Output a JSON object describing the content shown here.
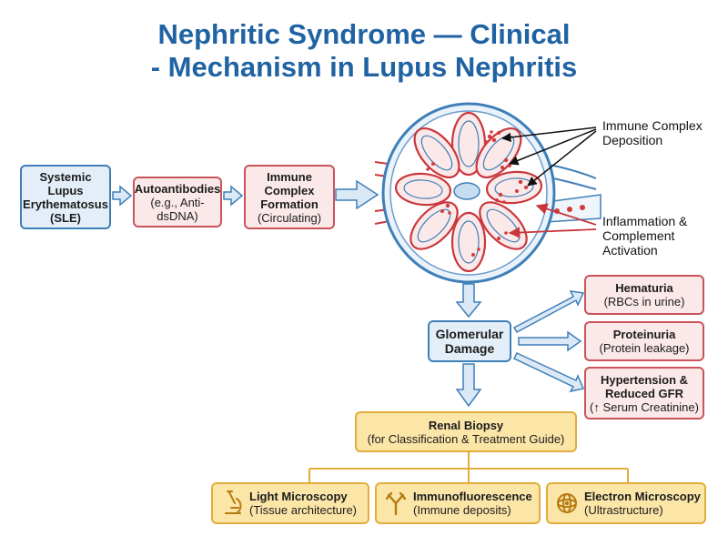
{
  "title": {
    "line1": "Nephritic Syndrome — Clinical",
    "line2": "- Mechanism in Lupus Nephritis"
  },
  "pathway": {
    "sle": [
      "Systemic",
      "Lupus",
      "Erythematosus",
      "(SLE)"
    ],
    "autoantibodies": {
      "title": "Autoantibodies",
      "sub": [
        "(e.g., Anti-",
        "dsDNA)"
      ]
    },
    "immune_complex": {
      "title": [
        "Immune",
        "Complex",
        "Formation"
      ],
      "sub": "(Circulating)"
    }
  },
  "glomerulus_labels": {
    "deposition": [
      "Immune Complex",
      "Deposition"
    ],
    "inflammation": [
      "Inflammation &",
      "Complement",
      "Activation"
    ]
  },
  "damage": {
    "title": [
      "Glomerular",
      "Damage"
    ]
  },
  "outcomes": [
    {
      "title": "Hematuria",
      "sub": "(RBCs in urine)"
    },
    {
      "title": "Proteinuria",
      "sub": "(Protein leakage)"
    },
    {
      "title": [
        "Hypertension &",
        "Reduced GFR"
      ],
      "sub": "(↑ Serum Creatinine)"
    }
  ],
  "biopsy": {
    "title": "Renal Biopsy",
    "sub": "(for Classification & Treatment Guide)"
  },
  "methods": [
    {
      "title": "Light Microscopy",
      "sub": "(Tissue architecture)",
      "icon": "microscope-icon"
    },
    {
      "title": "Immunofluorescence",
      "sub": "(Immune deposits)",
      "icon": "antibody-icon"
    },
    {
      "title": "Electron Microscopy",
      "sub": "(Ultrastructure)",
      "icon": "electron-beam-icon"
    }
  ],
  "colors": {
    "title": "#1f63a3",
    "blue_border": "#3f7fb8",
    "blue_fill": "#e3eef8",
    "red_border": "#c9545c",
    "red_fill": "#fbe9e9",
    "gold_border": "#e2ad3a",
    "gold_fill": "#fbe6a8",
    "arrow_fill": "#dbe9f6",
    "deposit_red": "#d33a3a"
  }
}
